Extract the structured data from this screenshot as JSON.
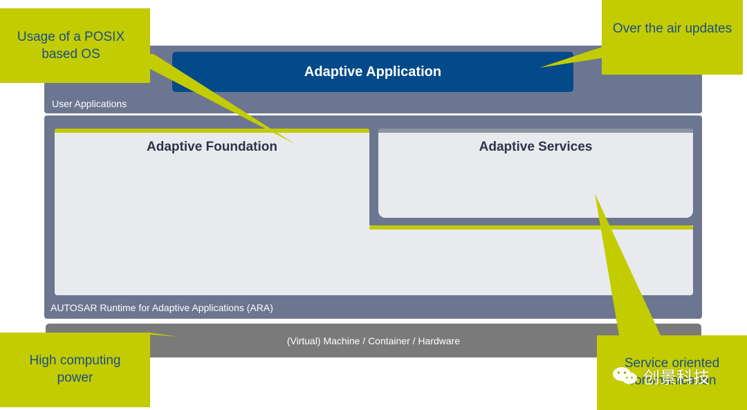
{
  "layers": {
    "user_applications": {
      "label": "User Applications",
      "application_box": "Adaptive Application"
    },
    "ara": {
      "label": "AUTOSAR Runtime for Adaptive Applications (ARA)",
      "foundation": "Adaptive Foundation",
      "services": "Adaptive Services"
    },
    "machine": {
      "label": "(Virtual) Machine / Container / Hardware"
    }
  },
  "callouts": {
    "posix": "Usage of a POSIX based OS",
    "ota": "Over the air updates",
    "computing": "High computing power",
    "soa": "Service oriented communication"
  },
  "watermark": {
    "icon": "wechat-icon",
    "text": "创景科技"
  },
  "colors": {
    "callout": "#c2cc00",
    "callout_text": "#1d4e86",
    "layer": "#6c7690",
    "application": "#034a8a",
    "machine": "#7a7a7a"
  }
}
